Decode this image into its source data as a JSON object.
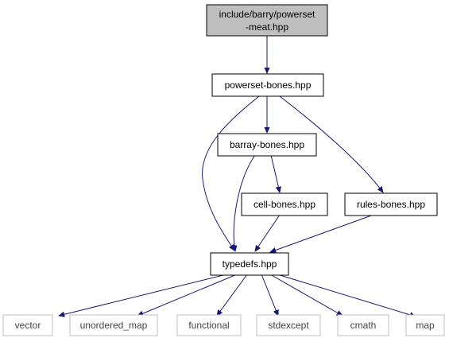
{
  "nodes": {
    "powerset_meat": {
      "lines": [
        "include/barry/powerset",
        "-meat.hpp"
      ],
      "kind": "root"
    },
    "powerset_bones": {
      "lines": [
        "powerset-bones.hpp"
      ],
      "kind": "file"
    },
    "barray_bones": {
      "lines": [
        "barray-bones.hpp"
      ],
      "kind": "file"
    },
    "cell_bones": {
      "lines": [
        "cell-bones.hpp"
      ],
      "kind": "file"
    },
    "rules_bones": {
      "lines": [
        "rules-bones.hpp"
      ],
      "kind": "file"
    },
    "typedefs": {
      "lines": [
        "typedefs.hpp"
      ],
      "kind": "file"
    },
    "vector": {
      "lines": [
        "vector"
      ],
      "kind": "external"
    },
    "unordered_map": {
      "lines": [
        "unordered_map"
      ],
      "kind": "external"
    },
    "functional": {
      "lines": [
        "functional"
      ],
      "kind": "external"
    },
    "stdexcept": {
      "lines": [
        "stdexcept"
      ],
      "kind": "external"
    },
    "cmath": {
      "lines": [
        "cmath"
      ],
      "kind": "external"
    },
    "map": {
      "lines": [
        "map"
      ],
      "kind": "external"
    }
  },
  "edges": [
    [
      "powerset_meat",
      "powerset_bones"
    ],
    [
      "powerset_bones",
      "barray_bones"
    ],
    [
      "powerset_bones",
      "typedefs"
    ],
    [
      "powerset_bones",
      "rules_bones"
    ],
    [
      "barray_bones",
      "cell_bones"
    ],
    [
      "barray_bones",
      "typedefs"
    ],
    [
      "cell_bones",
      "typedefs"
    ],
    [
      "rules_bones",
      "typedefs"
    ],
    [
      "typedefs",
      "vector"
    ],
    [
      "typedefs",
      "unordered_map"
    ],
    [
      "typedefs",
      "functional"
    ],
    [
      "typedefs",
      "stdexcept"
    ],
    [
      "typedefs",
      "cmath"
    ],
    [
      "typedefs",
      "map"
    ]
  ],
  "colors": {
    "edge": "#191970",
    "root_fill": "#bfbfbf",
    "node_border": "#000000",
    "external_border": "#bfbfbf",
    "external_text": "#444444"
  }
}
